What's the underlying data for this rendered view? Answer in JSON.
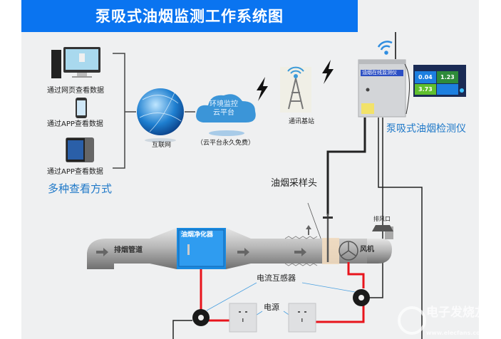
{
  "title": "泵吸式油烟监测工作系统图",
  "viewing": {
    "items": [
      "通过网页查看数据",
      "通过APP查看数据",
      "通过APP查看数据"
    ],
    "heading": "多种查看方式"
  },
  "internet_label": "互联网",
  "cloud": {
    "line1": "环境监控",
    "line2": "云平台",
    "note": "（云平台永久免费）"
  },
  "base_station_label": "通讯基站",
  "device": {
    "panel_label": "油烟在线监测仪",
    "name": "泵吸式油烟检测仪",
    "screen_values": [
      "0.04",
      "1.23",
      "3.73"
    ]
  },
  "sampling_head_label": "油烟采样头",
  "duct": {
    "pipe_label": "排烟管道",
    "purifier_label": "油烟净化器",
    "fan_label": "风机",
    "outlet_label": "排风口"
  },
  "current_transformer_label": "电流互感器",
  "power_label": "电源",
  "watermark": {
    "name": "电子发烧友",
    "url": "www.elecfans.com"
  },
  "colors": {
    "title_bg": "#0a74f0",
    "accent_text": "#1e78c8",
    "power_wire": "#e8141c",
    "purifier": "#1a8ae0"
  }
}
